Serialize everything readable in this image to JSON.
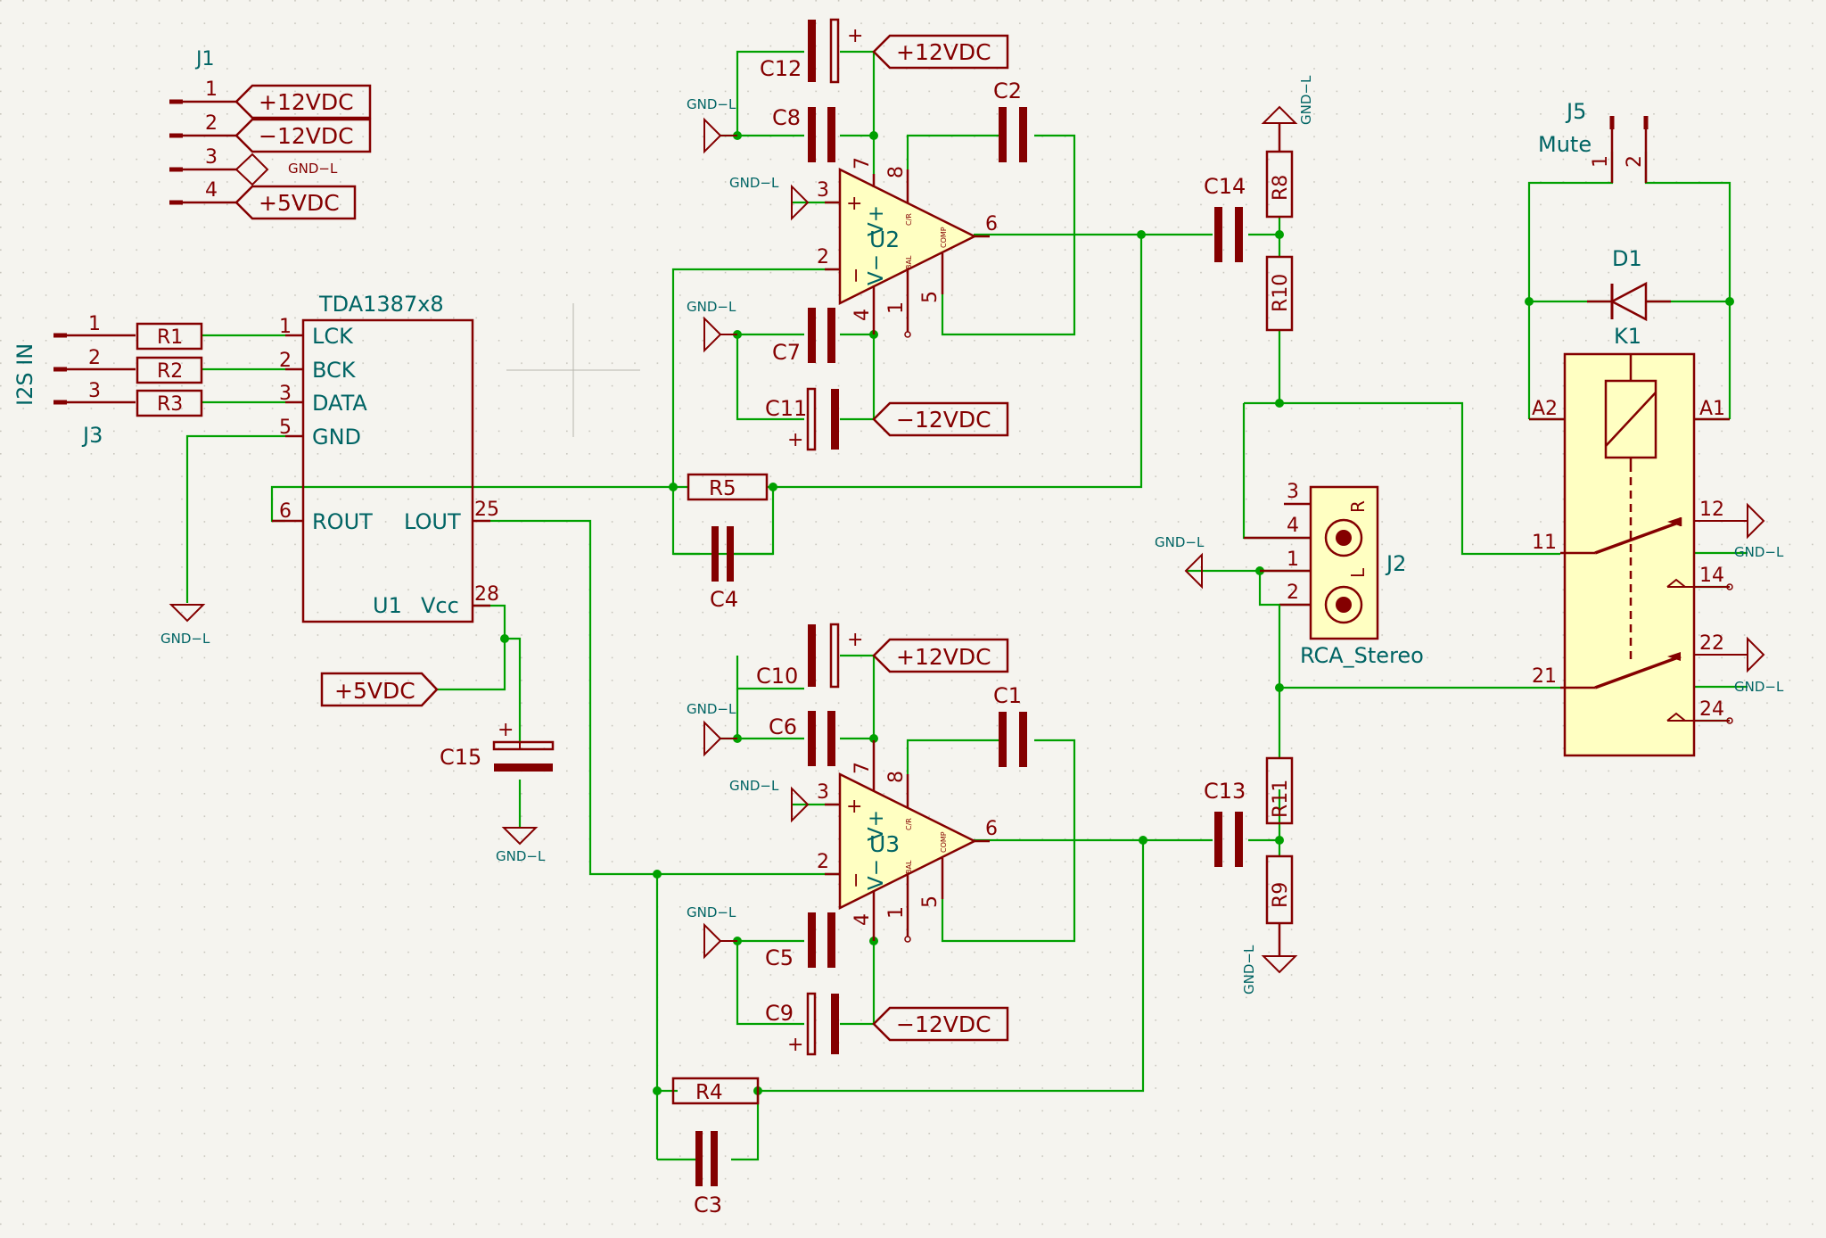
{
  "colors": {
    "background": "#f5f4ef",
    "grid_dot": "#c8c6bd",
    "symbol": "#840000",
    "body_fill": "#ffffc2",
    "wire": "#00a000",
    "ref_text": "#006464"
  },
  "J1": {
    "ref": "J1",
    "pins": [
      "1",
      "2",
      "3",
      "4"
    ],
    "nets": [
      "+12VDC",
      "−12VDC",
      "GND−L",
      "+5VDC"
    ]
  },
  "J3": {
    "ref": "J3",
    "label": "I2S IN",
    "pins": [
      "1",
      "2",
      "3"
    ]
  },
  "U1": {
    "value": "TDA1387x8",
    "ref": "U1",
    "pins": [
      {
        "num": "1",
        "name": "LCK"
      },
      {
        "num": "2",
        "name": "BCK"
      },
      {
        "num": "3",
        "name": "DATA"
      },
      {
        "num": "5",
        "name": "GND"
      },
      {
        "num": "6",
        "name": "ROUT"
      },
      {
        "num": "25",
        "name": "LOUT"
      },
      {
        "num": "28",
        "name": "Vcc"
      }
    ]
  },
  "resistors": {
    "R1": "R1",
    "R2": "R2",
    "R3": "R3",
    "R4": "R4",
    "R5": "R5",
    "R8": "R8",
    "R9": "R9",
    "R10": "R10",
    "R11": "R11"
  },
  "capacitors": {
    "C1": "C1",
    "C2": "C2",
    "C3": "C3",
    "C4": "C4",
    "C5": "C5",
    "C6": "C6",
    "C7": "C7",
    "C8": "C8",
    "C9": "C9",
    "C10": "C10",
    "C11": "C11",
    "C12": "C12",
    "C13": "C13",
    "C14": "C14",
    "C15": "C15"
  },
  "opamps": {
    "U2": "U2",
    "U3": "U3",
    "pin_plus": "+",
    "pin_minus": "−",
    "vplus": "V+",
    "vminus": "V−",
    "cr": "C/R",
    "comp": "COMP",
    "bal": "BAL",
    "pins": {
      "p3": "3",
      "p2": "2",
      "p4": "4",
      "p7": "7",
      "p8": "8",
      "p1": "1",
      "p5": "5",
      "p6": "6"
    }
  },
  "power": {
    "p12": "+12VDC",
    "m12": "−12VDC",
    "p5": "+5VDC",
    "gnd": "GND−L",
    "plus": "+"
  },
  "J2": {
    "ref": "J2",
    "value": "RCA_Stereo",
    "pins": [
      "3",
      "4",
      "1",
      "2"
    ],
    "ch_r": "R",
    "ch_l": "L"
  },
  "J5": {
    "ref": "J5",
    "value": "Mute",
    "pins": [
      "1",
      "2"
    ]
  },
  "D1": {
    "ref": "D1"
  },
  "K1": {
    "ref": "K1",
    "pins": [
      "A2",
      "A1",
      "11",
      "12",
      "14",
      "21",
      "22",
      "24"
    ]
  }
}
